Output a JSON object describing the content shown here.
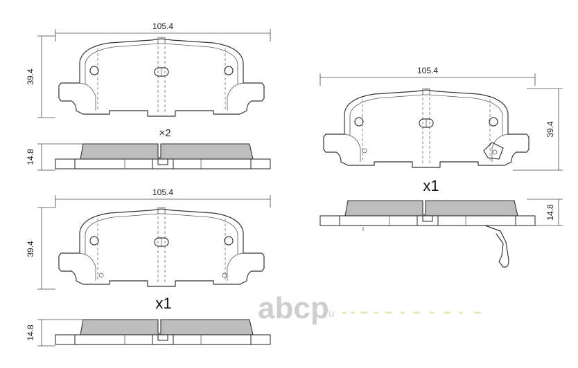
{
  "pads": {
    "top_left": {
      "width_label": "105.4",
      "height_label": "39.4",
      "thickness_label": "14.8",
      "qty_label": "×2"
    },
    "bottom_left": {
      "width_label": "105.4",
      "height_label": "39.4",
      "thickness_label": "14.8",
      "qty_label": "x1"
    },
    "right": {
      "width_label": "105.4",
      "height_label": "39.4",
      "thickness_label": "14.8",
      "qty_label": "x1"
    }
  },
  "watermark": {
    "brand": "abcp",
    "suffix": ".ru"
  }
}
